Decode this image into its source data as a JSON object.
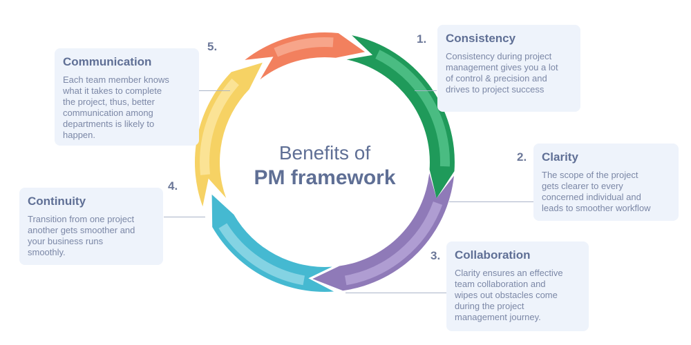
{
  "center": {
    "line1": "Benefits of",
    "line2": "PM framework"
  },
  "steps": [
    {
      "number": "1.",
      "title": "Consistency",
      "description": [
        "Consistency during project",
        "management gives you a lot",
        "of control & precision and",
        "drives to project success"
      ],
      "color": "#1f9a5a",
      "stripe": "#52c28a"
    },
    {
      "number": "2.",
      "title": "Clarity",
      "description": [
        "The scope of the project",
        "gets clearer to every",
        "concerned individual and",
        "leads to smoother workflow"
      ],
      "color": "#8f7ab8",
      "stripe": "#b5a3d6"
    },
    {
      "number": "3.",
      "title": "Collaboration",
      "description": [
        "Clarity ensures an effective",
        "team collaboration and",
        "wipes out obstacles come",
        "during the project",
        "management journey."
      ],
      "color": "#45b9d1",
      "stripe": "#8fd7e6"
    },
    {
      "number": "4.",
      "title": "Continuity",
      "description": [
        "Transition from one project",
        "another gets smoother and",
        "your business runs",
        "smoothly."
      ],
      "color": "#f6d264",
      "stripe": "#fbe69e"
    },
    {
      "number": "5.",
      "title": "Communication",
      "description": [
        "Each team member knows",
        "what it takes to complete",
        "the project, thus, better",
        "communication among",
        "departments is likely to",
        "happen."
      ],
      "color": "#f2805e",
      "stripe": "#f8ac92"
    }
  ]
}
